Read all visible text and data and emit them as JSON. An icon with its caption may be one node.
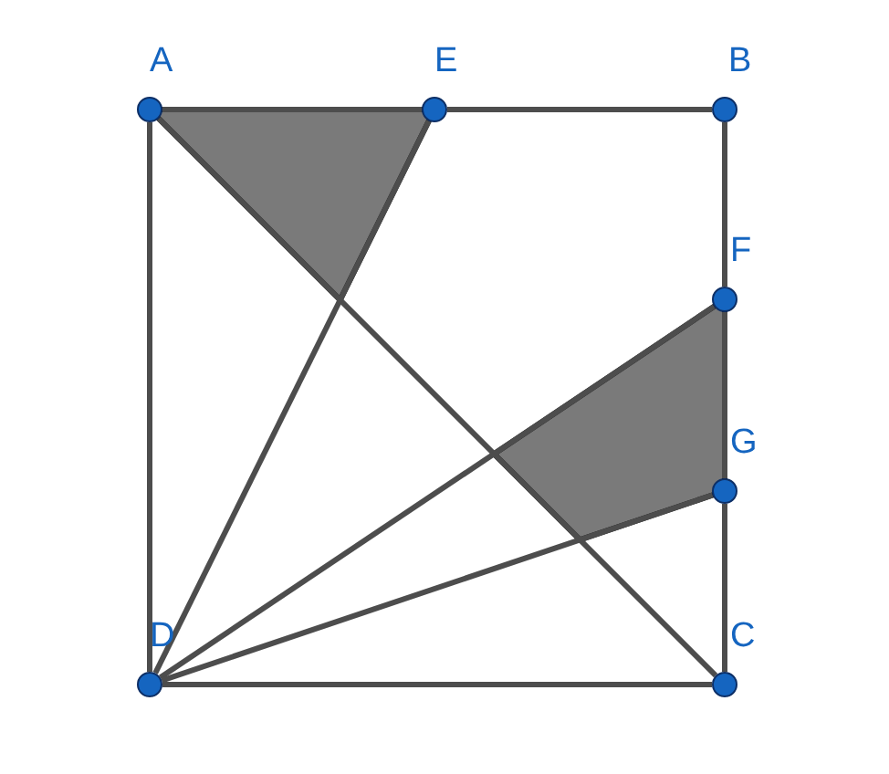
{
  "diagram": {
    "nodes": [
      {
        "text": [
          "A"
        ]
      },
      {
        "text": [
          "E"
        ]
      },
      {
        "text": [
          "B"
        ]
      },
      {
        "text": [
          "F"
        ]
      },
      {
        "text": [
          "G"
        ]
      },
      {
        "text": [
          "C"
        ]
      },
      {
        "text": [
          "D"
        ]
      }
    ],
    "edges": [
      {
        "from": 0,
        "to": 1,
        "arrow": "none"
      },
      {
        "from": 1,
        "to": 2,
        "arrow": "none"
      },
      {
        "from": 2,
        "to": 3,
        "arrow": "none"
      },
      {
        "from": 3,
        "to": 4,
        "arrow": "none"
      },
      {
        "from": 4,
        "to": 5,
        "arrow": "none"
      },
      {
        "from": 5,
        "to": 6,
        "arrow": "none"
      },
      {
        "from": 6,
        "to": 0,
        "arrow": "none"
      },
      {
        "from": 0,
        "to": 5,
        "arrow": "none"
      },
      {
        "from": 6,
        "to": 1,
        "arrow": "none"
      },
      {
        "from": 6,
        "to": 3,
        "arrow": "none"
      },
      {
        "from": 6,
        "to": 4,
        "arrow": "none"
      }
    ]
  }
}
